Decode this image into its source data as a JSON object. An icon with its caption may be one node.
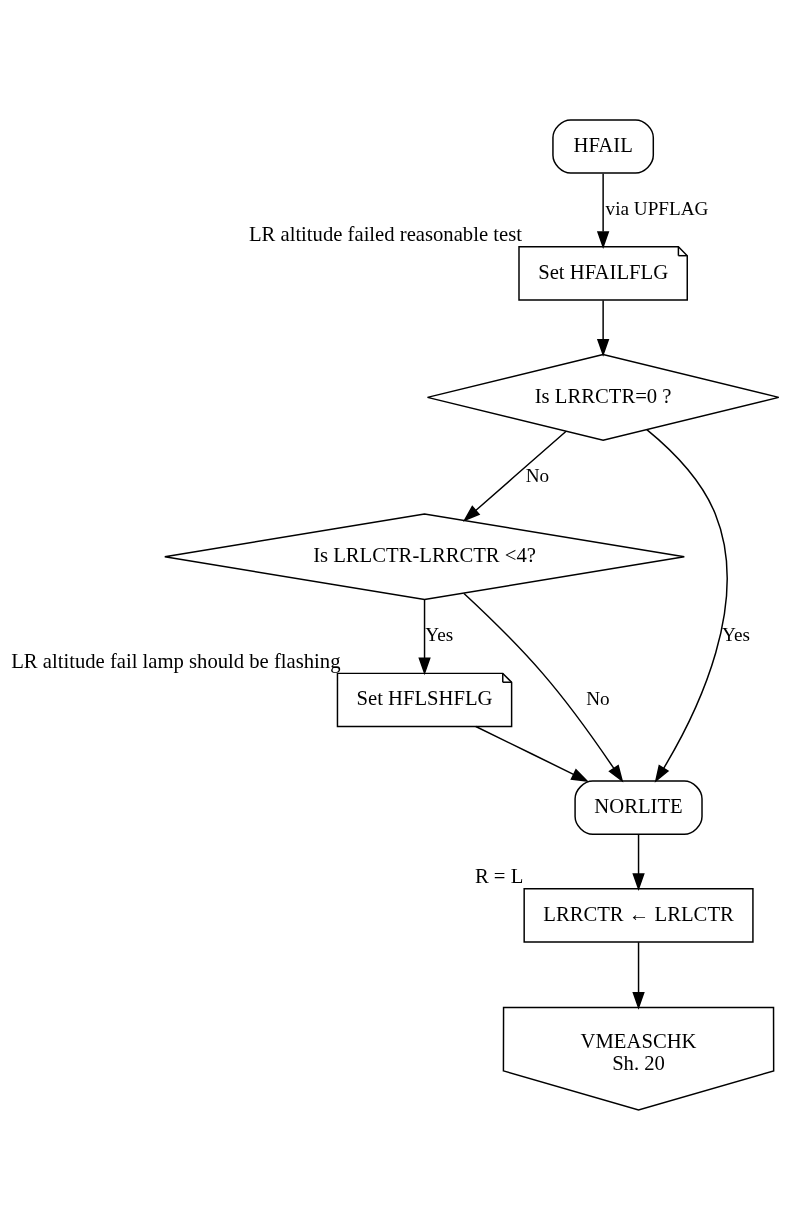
{
  "diagram": {
    "nodes": [
      {
        "text": [
          "HFAIL"
        ]
      },
      {
        "text": [
          "Set HFAILFLG"
        ],
        "beside": [
          "LR altitude failed reasonable test"
        ]
      },
      {
        "text": [
          "Is LRRCTR=0 ?"
        ]
      },
      {
        "text": [
          "Is LRLCTR-LRRCTR <4?"
        ]
      },
      {
        "text": [
          "Set HFLSHFLG"
        ],
        "beside": [
          "LR altitude fail lamp should be flashing"
        ]
      },
      {
        "text": [
          "NORLITE"
        ]
      },
      {
        "text": [
          "LRRCTR ← LRLCTR"
        ],
        "beside": [
          "R = L"
        ]
      },
      {
        "text": [
          "VMEASCHK",
          "Sh. 20"
        ]
      }
    ],
    "edges": [
      {
        "from": 0,
        "to": 1,
        "arrow": "to",
        "label": "via UPFLAG"
      },
      {
        "from": 1,
        "to": 2,
        "arrow": "to"
      },
      {
        "from": 2,
        "to": 3,
        "arrow": "to",
        "label": "No"
      },
      {
        "from": 2,
        "to": 5,
        "arrow": "to",
        "label": "Yes"
      },
      {
        "from": 3,
        "to": 5,
        "arrow": "to",
        "label": "No"
      },
      {
        "from": 3,
        "to": 4,
        "arrow": "to",
        "label": "Yes"
      },
      {
        "from": 4,
        "to": 5,
        "arrow": "to"
      },
      {
        "from": 5,
        "to": 6,
        "arrow": "to"
      },
      {
        "from": 6,
        "to": 7,
        "arrow": "to"
      }
    ]
  }
}
